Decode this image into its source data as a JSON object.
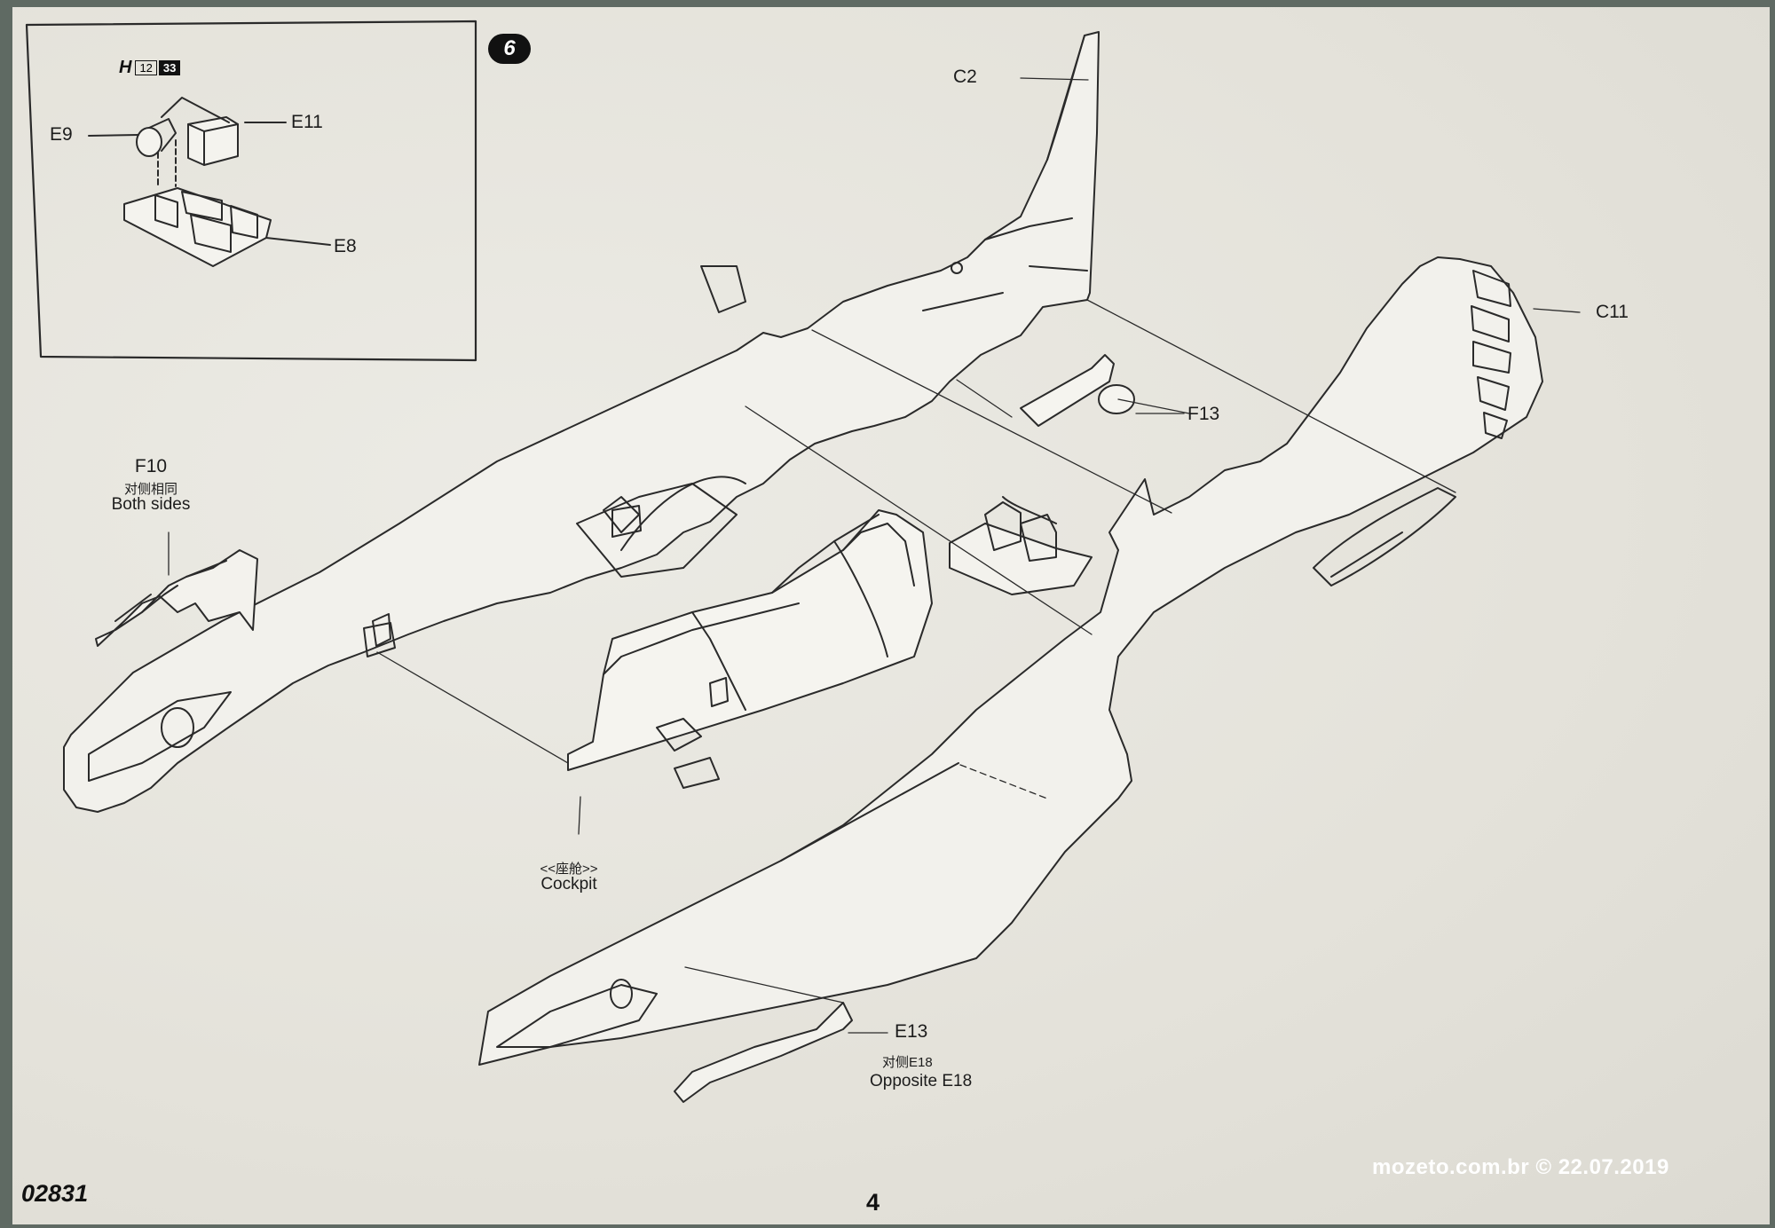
{
  "step": {
    "number": "6"
  },
  "subassembly": {
    "paint_letter": "H",
    "paint_code_1": "12",
    "paint_code_2": "33",
    "part_e9": "E9",
    "part_e11": "E11",
    "part_e8": "E8"
  },
  "parts": {
    "c2": "C2",
    "c11": "C11",
    "f13": "F13",
    "f10": "F10",
    "f10_note_cn": "对侧相同",
    "f10_note_en": "Both sides",
    "cockpit_cn": "<<座舱>>",
    "cockpit_en": "Cockpit",
    "e13": "E13",
    "e18_cn": "对侧E18",
    "e18_en": "Opposite E18"
  },
  "footer": {
    "kit_number": "02831",
    "page_number": "4",
    "watermark": "mozeto.com.br © 22.07.2019"
  }
}
